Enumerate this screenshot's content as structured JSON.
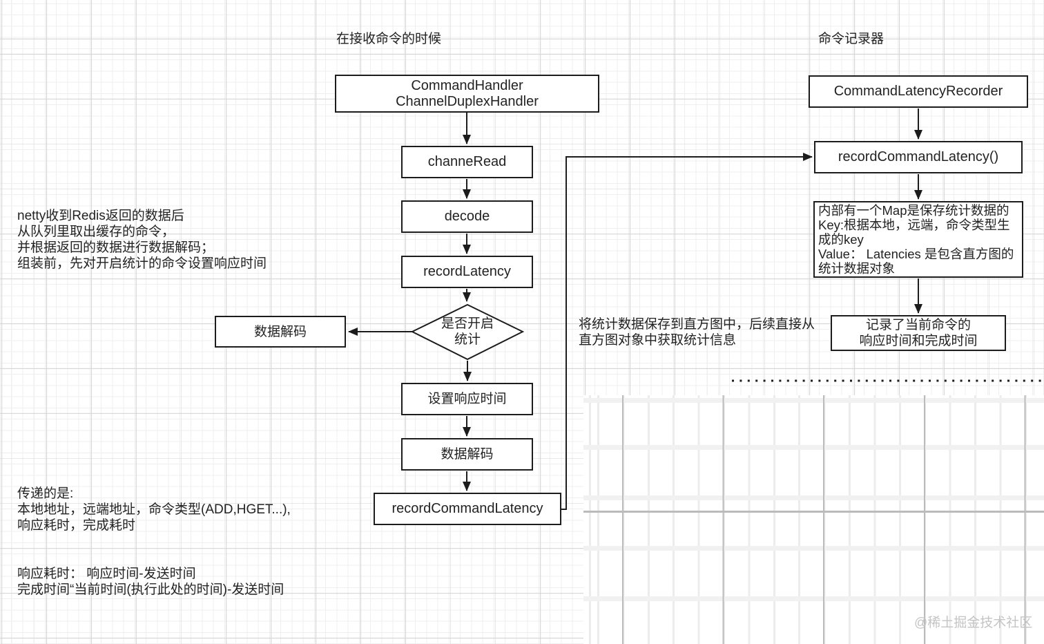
{
  "titles": {
    "left": "在接收命令的时候",
    "right": "命令记录器"
  },
  "flow_left": {
    "command_handler": "CommandHandler\nChannelDuplexHandler",
    "channe_read": "channeRead",
    "decode": "decode",
    "record_latency": "recordLatency",
    "decision": "是否开启\n统计",
    "data_decode_branch": "数据解码",
    "set_response_time": "设置响应时间",
    "data_decode": "数据解码",
    "record_command_latency": "recordCommandLatency"
  },
  "flow_right": {
    "recorder": "CommandLatencyRecorder",
    "record_fn": "recordCommandLatency()",
    "map_note": "内部有一个Map是保存统计数据的\nKey:根据本地，远端，命令类型生\n成的key\nValue： Latencies 是包含直方图的\n统计数据对象",
    "record_result": "记录了当前命令的\n响应时间和完成时间"
  },
  "notes": {
    "netty": "netty收到Redis返回的数据后\n从队列里取出缓存的命令，\n并根据返回的数据进行数据解码；\n组装前，先对开启统计的命令设置响应时间",
    "histogram": "将统计数据保存到直方图中，后续直接从\n直方图对象中获取统计信息",
    "passed": "传递的是:\n本地地址，远端地址，命令类型(ADD,HGET...),\n响应耗时，完成耗时",
    "formula": "响应耗时： 响应时间-发送时间\n完成时间“当前时间(执行此处的时间)-发送时间"
  },
  "watermark": "@稀土掘金技术社区",
  "colors": {
    "line": "#1c1c1c",
    "box_bg": "#ffffff",
    "text": "#222222",
    "watermark": "#c4c4c4"
  }
}
